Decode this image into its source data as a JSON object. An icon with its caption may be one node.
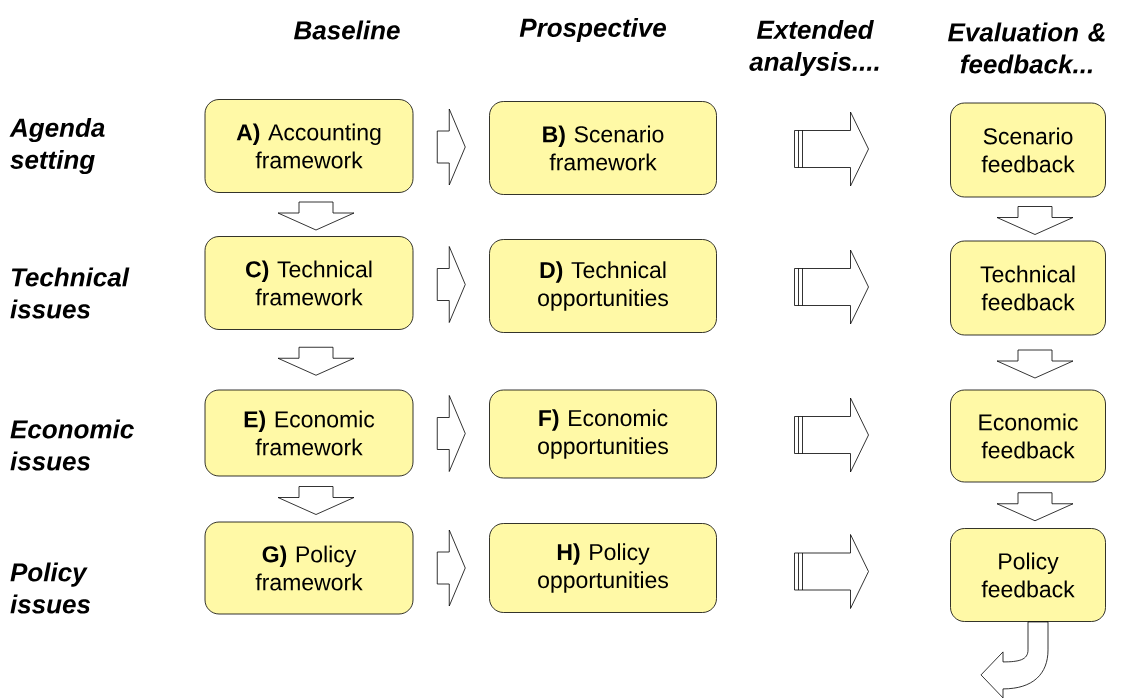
{
  "diagram": {
    "nodes": [
      {
        "text": [
          "**A)**  Accounting framework"
        ]
      },
      {
        "text": [
          "**B)** Scenario framework"
        ]
      },
      {
        "text": [
          "Scenario feedback"
        ]
      },
      {
        "text": [
          "**C)** Technical framework"
        ]
      },
      {
        "text": [
          "**D)** Technical opportunities"
        ]
      },
      {
        "text": [
          "Technical feedback"
        ]
      },
      {
        "text": [
          "**E)**  Economic framework"
        ]
      },
      {
        "text": [
          "**F)** Economic opportunities"
        ]
      },
      {
        "text": [
          "Economic feedback"
        ]
      },
      {
        "text": [
          "**G)** Policy framework"
        ]
      },
      {
        "text": [
          "**H)** Policy opportunities"
        ]
      },
      {
        "text": [
          "Policy feedback"
        ]
      }
    ],
    "edges": [
      {
        "from": 0,
        "to": 1,
        "arrow": "to"
      },
      {
        "from": 3,
        "to": 4,
        "arrow": "to"
      },
      {
        "from": 6,
        "to": 7,
        "arrow": "to"
      },
      {
        "from": 9,
        "to": 10,
        "arrow": "to"
      },
      {
        "from": 0,
        "to": 3,
        "arrow": "to"
      },
      {
        "from": 3,
        "to": 6,
        "arrow": "to"
      },
      {
        "from": 6,
        "to": 9,
        "arrow": "to"
      },
      {
        "from": 2,
        "to": 5,
        "arrow": "to"
      },
      {
        "from": 5,
        "to": 8,
        "arrow": "to"
      },
      {
        "from": 8,
        "to": 11,
        "arrow": "to"
      }
    ],
    "labels": [
      "Baseline",
      "Prospective",
      "Extended analysis....",
      "Evaluation & feedback...",
      "Agenda setting",
      "Technical issues",
      "Economic issues",
      "Policy issues"
    ]
  }
}
